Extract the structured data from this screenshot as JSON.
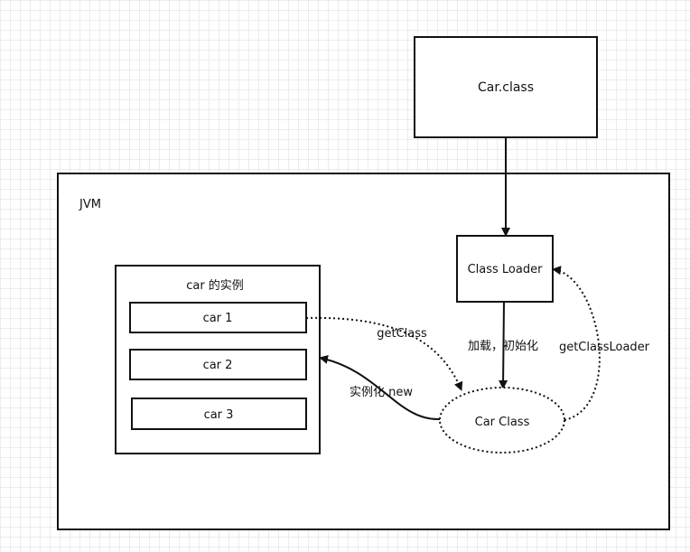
{
  "nodes": {
    "car_class_file": "Car.class",
    "jvm": "JVM",
    "class_loader": "Class Loader",
    "instances_title": "car 的实例",
    "instances": [
      "car 1",
      "car 2",
      "car 3"
    ],
    "car_class": "Car Class"
  },
  "edges": {
    "load_init": "加载，初始化",
    "get_class": "getClass",
    "instantiate_new": "实例化 new",
    "get_class_loader": "getClassLoader"
  }
}
